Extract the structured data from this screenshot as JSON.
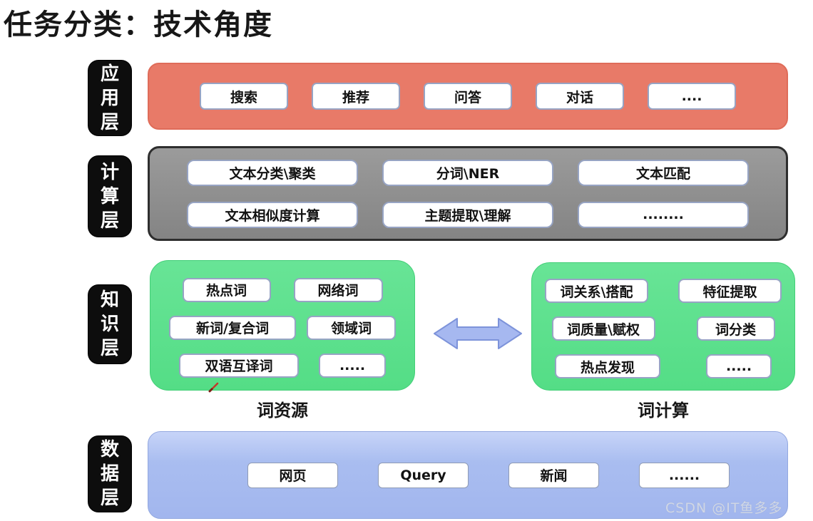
{
  "title": "任务分类：技术角度",
  "watermark": "CSDN @IT鱼多多",
  "layers": {
    "application": {
      "label": "应用层",
      "items": [
        "搜索",
        "推荐",
        "问答",
        "对话",
        "...."
      ]
    },
    "computing": {
      "label": "计算层",
      "rows": [
        [
          "文本分类\\聚类",
          "分词\\NER",
          "文本匹配"
        ],
        [
          "文本相似度计算",
          "主题提取\\理解",
          "........"
        ]
      ]
    },
    "knowledge": {
      "label": "知识层",
      "word_resources": {
        "caption": "词资源",
        "rows": [
          [
            "热点词",
            "网络词"
          ],
          [
            "新词/复合词",
            "领域词"
          ],
          [
            "双语互译词",
            "....."
          ]
        ]
      },
      "word_computing": {
        "caption": "词计算",
        "rows": [
          [
            "词关系\\搭配",
            "特征提取"
          ],
          [
            "词质量\\赋权",
            "词分类"
          ],
          [
            "热点发现",
            "....."
          ]
        ]
      }
    },
    "data": {
      "label": "数据层",
      "items": [
        "网页",
        "Query",
        "新闻",
        "......"
      ]
    }
  },
  "colors": {
    "application_bar": "#E87A68",
    "computing_bar": "#8F8F8F",
    "knowledge_box": "#5BDF8B",
    "data_bar": "#AABDF0",
    "layer_label_bg": "#0D0D0D",
    "arrow_fill": "#A6B8F0",
    "arrow_border": "#7D93DA"
  },
  "icons": {
    "exchange_arrow": "double-headed-arrow",
    "pencil_cursor": "pencil-stroke"
  }
}
